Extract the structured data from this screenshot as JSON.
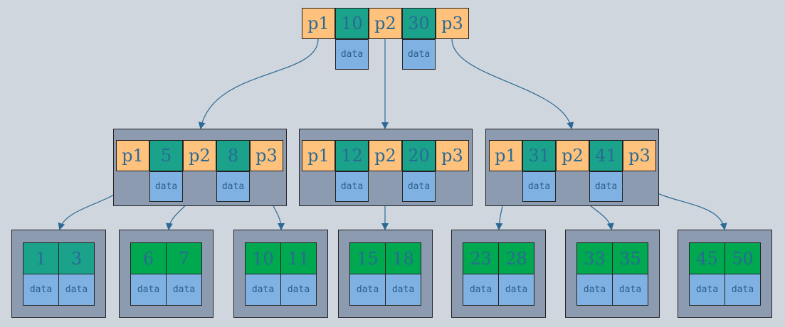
{
  "colors": {
    "background": "#d0d6de",
    "frame": "#8c9bb0",
    "pointer": "#ffc27c",
    "key_inner": "#1aa38a",
    "key_leaf": "#00a84f",
    "data": "#7fb2e3",
    "arrow": "#2a6a95"
  },
  "root": {
    "p1": "p1",
    "k1": "10",
    "p2": "p2",
    "k2": "30",
    "p3": "p3",
    "d1": "data",
    "d2": "data"
  },
  "internal": [
    {
      "p1": "p1",
      "k1": "5",
      "p2": "p2",
      "k2": "8",
      "p3": "p3",
      "d1": "data",
      "d2": "data"
    },
    {
      "p1": "p1",
      "k1": "12",
      "p2": "p2",
      "k2": "20",
      "p3": "p3",
      "d1": "data",
      "d2": "data"
    },
    {
      "p1": "p1",
      "k1": "31",
      "p2": "p2",
      "k2": "41",
      "p3": "p3",
      "d1": "data",
      "d2": "data"
    }
  ],
  "leaves": [
    {
      "k1": "1",
      "k2": "3",
      "d1": "data",
      "d2": "data"
    },
    {
      "k1": "6",
      "k2": "7",
      "d1": "data",
      "d2": "data"
    },
    {
      "k1": "10",
      "k2": "11",
      "d1": "data",
      "d2": "data"
    },
    {
      "k1": "15",
      "k2": "18",
      "d1": "data",
      "d2": "data"
    },
    {
      "k1": "23",
      "k2": "28",
      "d1": "data",
      "d2": "data"
    },
    {
      "k1": "33",
      "k2": "35",
      "d1": "data",
      "d2": "data"
    },
    {
      "k1": "45",
      "k2": "50",
      "d1": "data",
      "d2": "data"
    }
  ]
}
